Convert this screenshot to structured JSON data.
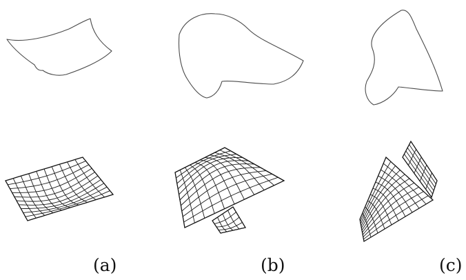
{
  "panels": [
    {
      "id": "a",
      "label": "(a)"
    },
    {
      "id": "b",
      "label": "(b)"
    },
    {
      "id": "c",
      "label": "(c)"
    }
  ],
  "colors": {
    "ink": "#1a1a1a",
    "background": "#ffffff"
  }
}
